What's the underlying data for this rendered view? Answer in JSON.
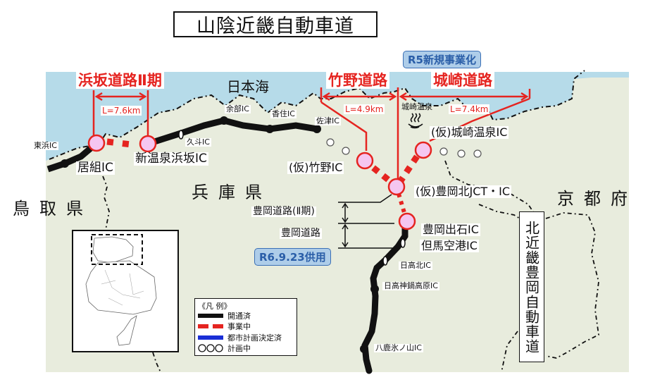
{
  "title": "山陰近畿自動車道",
  "sea_label": "日本海",
  "prefectures": {
    "tottori": "鳥取県",
    "hyogo": "兵庫県",
    "kyoto": "京都府"
  },
  "sections": [
    {
      "name": "浜坂道路Ⅱ期",
      "length": "L=7.6km"
    },
    {
      "name": "竹野道路",
      "length": "L=4.9km"
    },
    {
      "name": "城崎道路",
      "length": "L=7.4km"
    }
  ],
  "badges": {
    "new_project": "R5新規事業化",
    "opened": "R6.9.23供用"
  },
  "road_segments": {
    "toyooka_2": "豊岡道路(Ⅱ期)",
    "toyooka": "豊岡道路"
  },
  "onsen_label": "城崎温泉",
  "interchanges": {
    "higashihama": "東浜IC",
    "igumi": "居組IC",
    "shinonsen_hamasaka": "新温泉浜坂IC",
    "kuto": "久斗IC",
    "amarube": "余部IC",
    "kasumi": "香住IC",
    "satsu": "佐津IC",
    "takeno": "(仮)竹野IC",
    "kinosaki_onsen": "(仮)城崎温泉IC",
    "toyooka_kita": "(仮)豊岡北JCT・IC",
    "toyooka_izushi": "豊岡出石IC",
    "tajima_airport": "但馬空港IC",
    "hidaka_kita": "日高北IC",
    "hidaka_kannabe": "日高神鍋高原IC",
    "yoka_hyonosen": "八鹿氷ノ山IC"
  },
  "connecting_road": "北近畿豊岡自動車道",
  "legend": {
    "title": "《凡 例》",
    "items": [
      {
        "label": "開通済",
        "style": "solid-black"
      },
      {
        "label": "事業中",
        "style": "dashed-red"
      },
      {
        "label": "都市計画決定済",
        "style": "solid-blue"
      },
      {
        "label": "計画中",
        "style": "open-circles"
      }
    ]
  },
  "colors": {
    "sea": "#b6dbe9",
    "land": "#e8ecdd",
    "opened_road": "#111111",
    "under_construction": "#e52420",
    "planned_city": "#1a2fd6",
    "ic_node_fill": "#f5c6f0",
    "badge_fill": "#aecde9",
    "badge_text": "#2a5ea8"
  }
}
